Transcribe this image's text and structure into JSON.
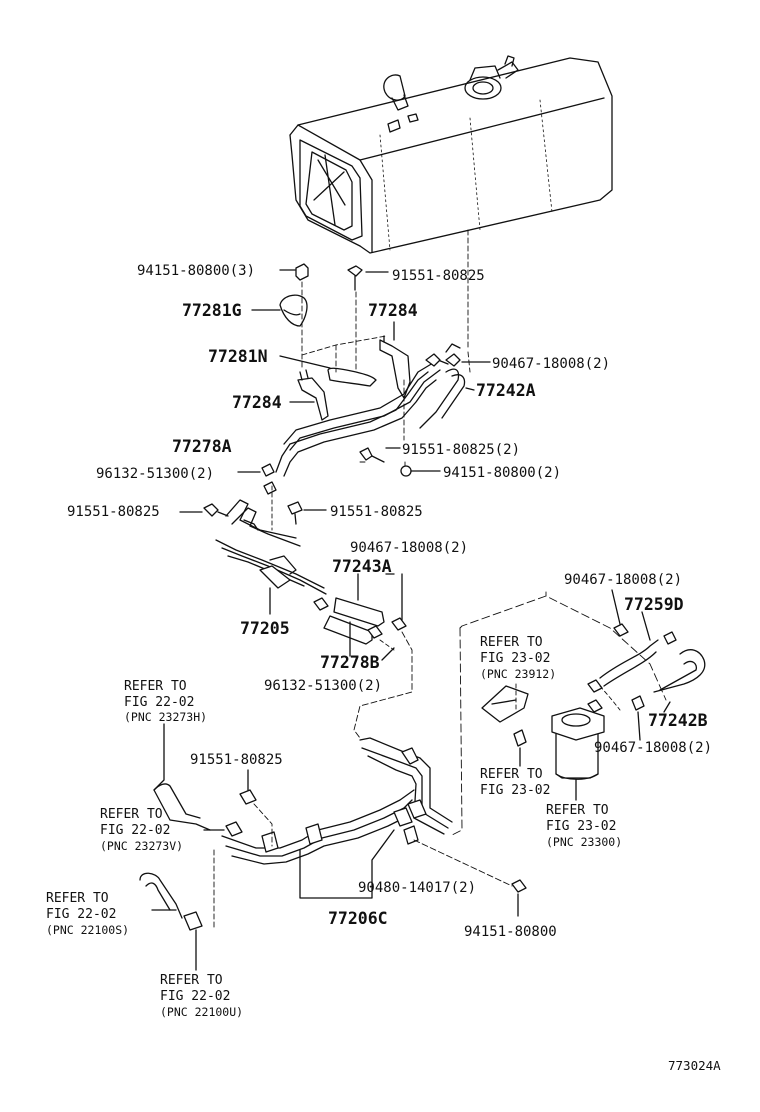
{
  "labels": {
    "p_94151_3": "94151-80800(3)",
    "p_91551_top": "91551-80825",
    "p_77281g": "77281G",
    "p_77284_r": "77284",
    "p_77281n": "77281N",
    "p_90467_a": "90467-18008(2)",
    "p_77242a": "77242A",
    "p_77284_l": "77284",
    "p_77278a": "77278A",
    "p_91551_2": "91551-80825(2)",
    "p_96132_a": "96132-51300(2)",
    "p_94151_2": "94151-80800(2)",
    "p_91551_l": "91551-80825",
    "p_91551_m": "91551-80825",
    "p_90467_b": "90467-18008(2)",
    "p_77243a": "77243A",
    "p_77205": "77205",
    "p_90467_c": "90467-18008(2)",
    "p_77259d": "77259D",
    "p_77278b": "77278B",
    "p_96132_b": "96132-51300(2)",
    "p_77242b": "77242B",
    "p_90467_d": "90467-18008(2)",
    "p_91551_low": "91551-80825",
    "p_90480": "90480-14017(2)",
    "p_77206c": "77206C",
    "p_94151_low": "94151-80800",
    "fig_code": "773024A"
  },
  "refs": {
    "r1": {
      "l1": "REFER TO",
      "l2": "FIG 22-02",
      "l3": "(PNC 23273H)"
    },
    "r2": {
      "l1": "REFER TO",
      "l2": "FIG 22-02",
      "l3": "(PNC 23273V)"
    },
    "r3": {
      "l1": "REFER TO",
      "l2": "FIG 22-02",
      "l3": "(PNC 22100S)"
    },
    "r4": {
      "l1": "REFER TO",
      "l2": "FIG 22-02",
      "l3": "(PNC 22100U)"
    },
    "r5": {
      "l1": "REFER TO",
      "l2": "FIG 23-02",
      "l3": "(PNC 23912)"
    },
    "r6": {
      "l1": "REFER TO",
      "l2": "FIG 23-02"
    },
    "r7": {
      "l1": "REFER TO",
      "l2": "FIG 23-02",
      "l3": "(PNC 23300)"
    }
  }
}
